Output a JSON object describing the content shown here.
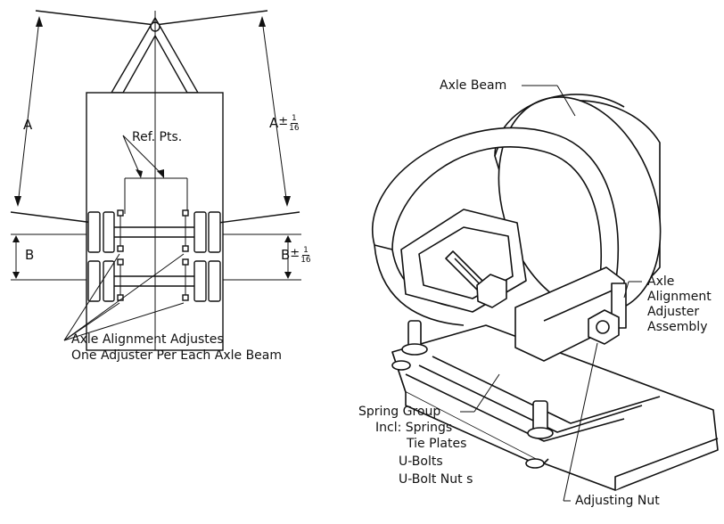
{
  "left": {
    "dim_a": "A",
    "dim_a_tol": {
      "base": "A",
      "pm": "±",
      "num": "1",
      "den": "16"
    },
    "dim_b": "B",
    "dim_b_tol": {
      "base": "B",
      "pm": "±",
      "num": "1",
      "den": "16"
    },
    "ref_pts": "Ref. Pts.",
    "adjuster_line1": "Axle Alignment Adjustes",
    "adjuster_line2": "One Adjuster Per Each Axle Beam"
  },
  "right": {
    "axle_beam": "Axle Beam",
    "assembly": [
      "Axle",
      "Alignment",
      "Adjuster",
      "Assembly"
    ],
    "spring_group": "Spring Group",
    "incl": "Incl:  Springs",
    "items": [
      "Tie Plates",
      "U-Bolts",
      "U-Bolt Nut s"
    ],
    "adjusting_nut": "Adjusting Nut"
  }
}
